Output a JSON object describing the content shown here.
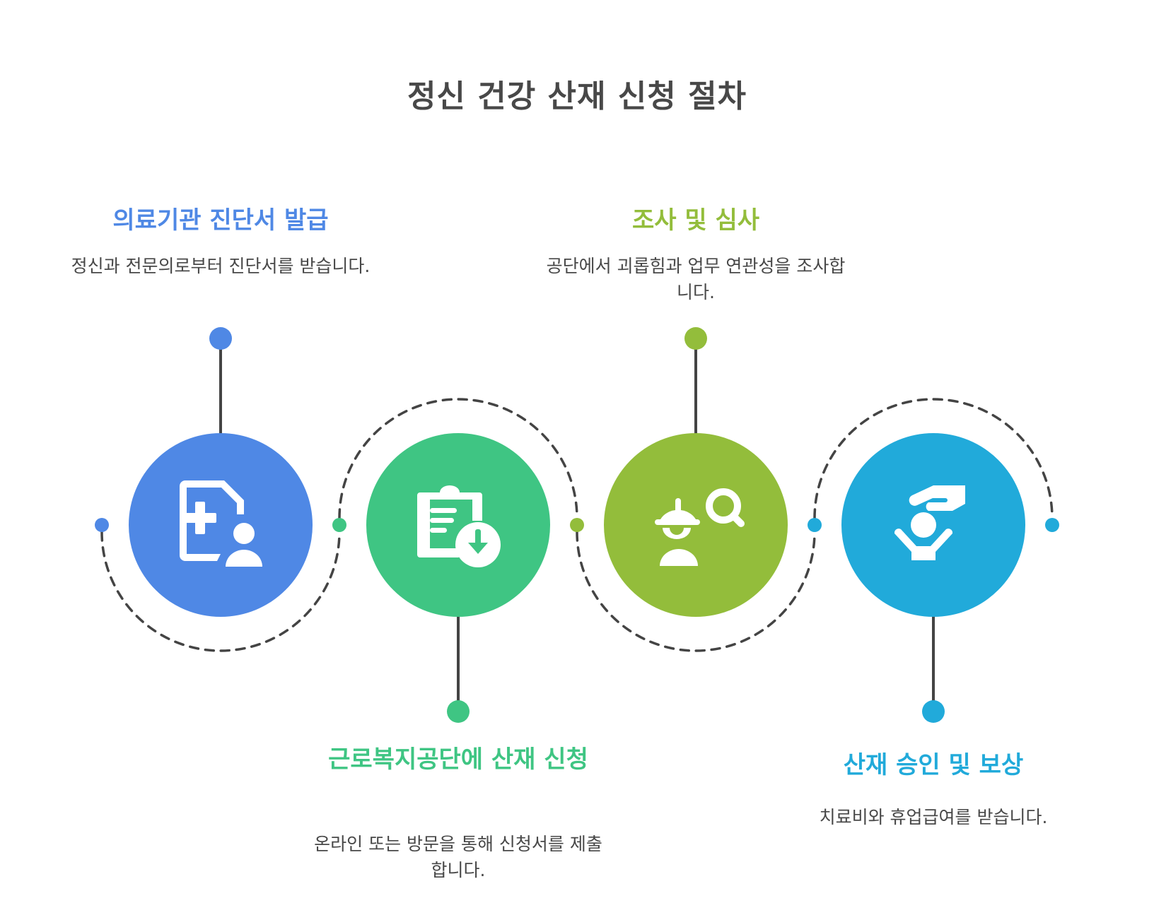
{
  "title": "정신 건강 산재 신청 절차",
  "colors": {
    "step1": "#4F88E5",
    "step2": "#3FC583",
    "step3": "#93BD3B",
    "step4": "#21AADA",
    "title_text": "#484848",
    "body_text": "#484848",
    "connector": "#444444"
  },
  "steps": [
    {
      "index": 1,
      "title": "의료기관 진단서 발급",
      "description": "정신과 전문의로부터 진단서를 받습니다.",
      "icon": "medical-document-person-icon",
      "label_position": "top"
    },
    {
      "index": 2,
      "title": "근로복지공단에 산재 신청",
      "description": "온라인 또는 방문을 통해 신청서를 제출합니다.",
      "icon": "clipboard-download-icon",
      "label_position": "bottom"
    },
    {
      "index": 3,
      "title": "조사 및 심사",
      "description": "공단에서 괴롭힘과 업무 연관성을 조사합니다.",
      "icon": "worker-search-icon",
      "label_position": "top"
    },
    {
      "index": 4,
      "title": "산재 승인 및 보상",
      "description": "치료비와 휴업급여를 받습니다.",
      "icon": "hand-care-person-icon",
      "label_position": "bottom"
    }
  ]
}
